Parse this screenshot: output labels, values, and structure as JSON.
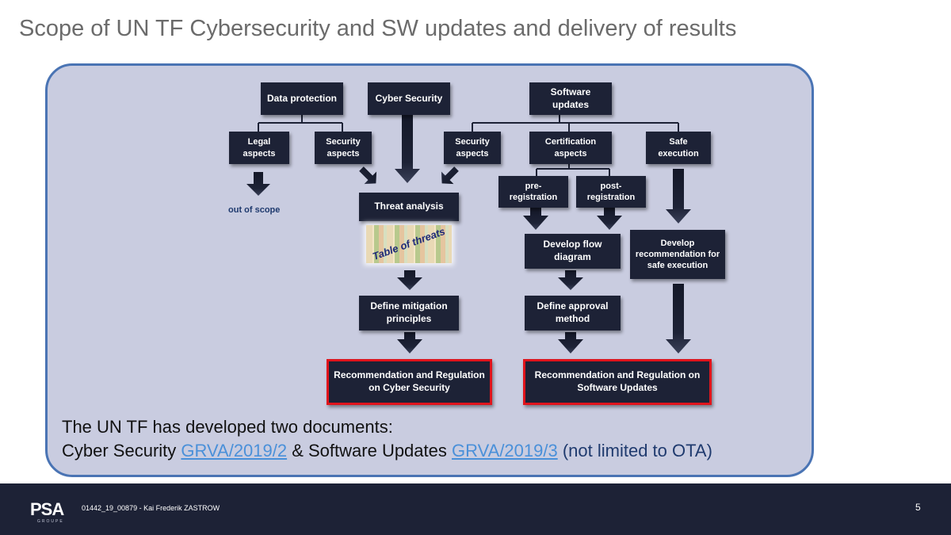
{
  "slide": {
    "title": "Scope of UN TF Cybersecurity and SW updates and delivery of results",
    "page_number": "5"
  },
  "diagram": {
    "top": {
      "data_protection": "Data protection",
      "cyber_security": "Cyber Security",
      "software_updates": "Software updates"
    },
    "second": {
      "legal_aspects": "Legal aspects",
      "security_aspects_left": "Security aspects",
      "security_aspects_right": "Security aspects",
      "certification_aspects": "Certification aspects",
      "safe_execution": "Safe execution"
    },
    "registration": {
      "pre": "pre-registration",
      "post": "post-registration"
    },
    "out_of_scope": "out of scope",
    "threat_analysis": "Threat analysis",
    "table_of_threats": "Table of threats",
    "develop_flow_diagram": "Develop flow diagram",
    "develop_recommendation": "Develop recommendation for safe execution",
    "define_mitigation": "Define mitigation principles",
    "define_approval": "Define approval method",
    "result_cyber": "Recommendation and Regulation on Cyber Security",
    "result_software": "Recommendation and Regulation on Software Updates"
  },
  "summary": {
    "line1": "The UN TF has developed two documents:",
    "cyber_prefix": "Cyber Security ",
    "cyber_link": "GRVA/2019/2",
    "connector": " & Software Updates ",
    "software_link": "GRVA/2019/3",
    "suffix": " (not limited to OTA)"
  },
  "footer": {
    "logo": "PSA",
    "logo_sub": "GROUPE",
    "reference": "01442_19_00879 - Kai Frederik ZASTROW"
  },
  "colors": {
    "node_fill": "#1d2236",
    "panel_fill": "#c9cce0",
    "panel_border": "#4a74b4",
    "result_border": "#e0141c",
    "link": "#4a90d9"
  }
}
